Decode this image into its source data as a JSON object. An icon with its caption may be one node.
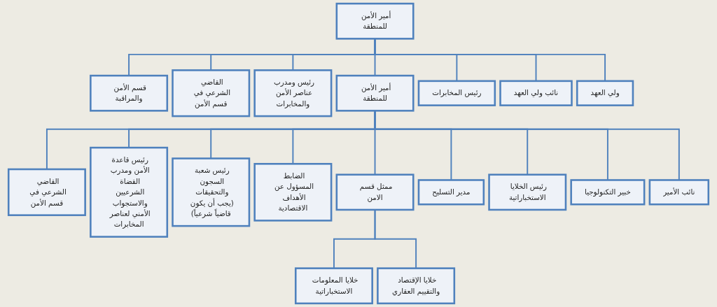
{
  "diagram": {
    "nodes": [
      {
        "text": [
          "أمير الأمن للمنطقة"
        ]
      },
      {
        "text": [
          "قسم الأمن والمراقبة"
        ]
      },
      {
        "text": [
          "القاضي الشرعي في قسم الأمن"
        ]
      },
      {
        "text": [
          "رئيس ومدرب عناصر الأمن والمخابرات"
        ]
      },
      {
        "text": [
          "أمير الأمن للمنطقة"
        ]
      },
      {
        "text": [
          "رئيس المخابرات"
        ]
      },
      {
        "text": [
          "نائب ولي العهد"
        ]
      },
      {
        "text": [
          "ولي العهد"
        ]
      },
      {
        "text": [
          "القاضي الشرعي في قسم الأمن"
        ]
      },
      {
        "text": [
          "رئيس قاعدة الأمن ومدرب القضاة الشرعيين والاستجواب الأمني لعناصر المخابرات"
        ]
      },
      {
        "text": [
          "رئيس شعبة السجون والتحقيقات (يجب أن يكون قاضياً شرعياً)"
        ]
      },
      {
        "text": [
          "الضابط المسؤول عن الأهداف الاقتصادية"
        ]
      },
      {
        "text": [
          "ممثل قسم الامن"
        ]
      },
      {
        "text": [
          "مدير التسليح"
        ]
      },
      {
        "text": [
          "رئيس الخلايا الاستخباراتية"
        ]
      },
      {
        "text": [
          "خبير التكنولوجيا"
        ]
      },
      {
        "text": [
          "نائب الأمير"
        ]
      },
      {
        "text": [
          "خلايا المعلومات الاستخباراتية"
        ]
      },
      {
        "text": [
          "خلايا الإقتصاد والتقييم العقاري"
        ]
      }
    ],
    "edges": [
      {
        "from": 0,
        "to": 1,
        "arrow": "none"
      },
      {
        "from": 0,
        "to": 2,
        "arrow": "none"
      },
      {
        "from": 0,
        "to": 3,
        "arrow": "none"
      },
      {
        "from": 0,
        "to": 4,
        "arrow": "none"
      },
      {
        "from": 0,
        "to": 5,
        "arrow": "none"
      },
      {
        "from": 0,
        "to": 6,
        "arrow": "none"
      },
      {
        "from": 0,
        "to": 7,
        "arrow": "none"
      },
      {
        "from": 4,
        "to": 8,
        "arrow": "none"
      },
      {
        "from": 4,
        "to": 9,
        "arrow": "none"
      },
      {
        "from": 4,
        "to": 10,
        "arrow": "none"
      },
      {
        "from": 4,
        "to": 11,
        "arrow": "none"
      },
      {
        "from": 4,
        "to": 12,
        "arrow": "none"
      },
      {
        "from": 4,
        "to": 13,
        "arrow": "none"
      },
      {
        "from": 4,
        "to": 14,
        "arrow": "none"
      },
      {
        "from": 4,
        "to": 15,
        "arrow": "none"
      },
      {
        "from": 4,
        "to": 16,
        "arrow": "none"
      },
      {
        "from": 12,
        "to": 17,
        "arrow": "none"
      },
      {
        "from": 12,
        "to": 18,
        "arrow": "none"
      }
    ]
  }
}
